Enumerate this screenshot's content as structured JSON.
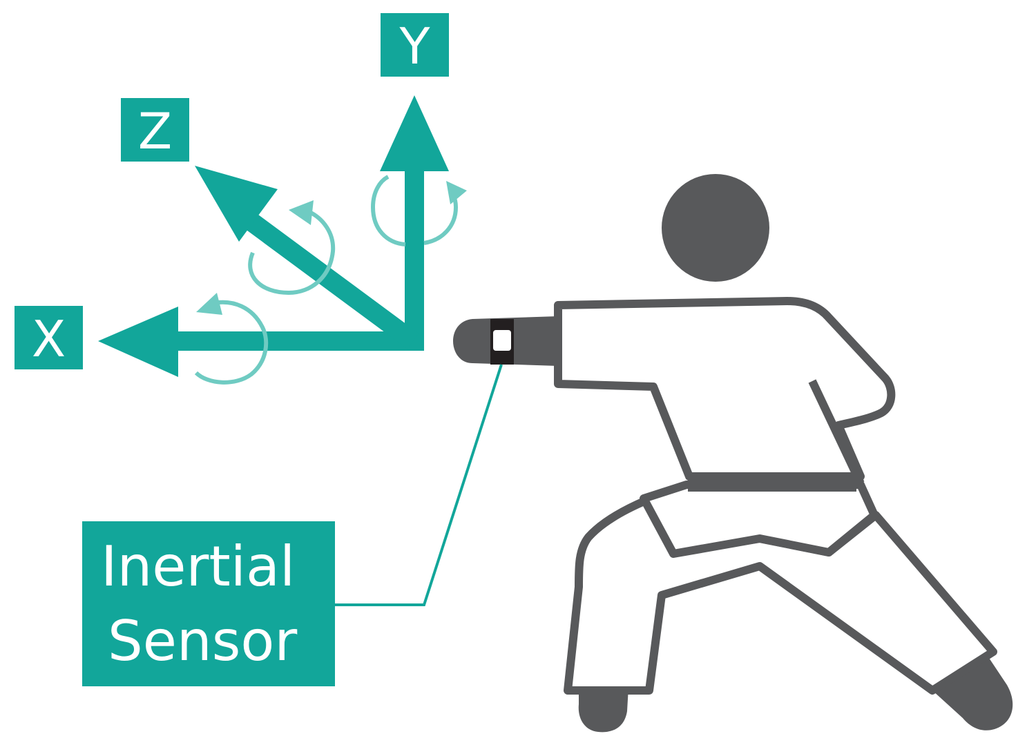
{
  "colors": {
    "accent": "#12a69a",
    "rotation": "#6fcbc2",
    "figure": "#58595b",
    "gi": "#f1f1f1",
    "sensor_band": "#231f20",
    "background": "#ffffff"
  },
  "axes": {
    "x_label": "X",
    "y_label": "Y",
    "z_label": "Z"
  },
  "callout": {
    "line1": "Inertial",
    "line2": "Sensor"
  },
  "icons": [
    "rotation-arrow-icon",
    "karate-figure-icon",
    "sensor-device-icon"
  ]
}
